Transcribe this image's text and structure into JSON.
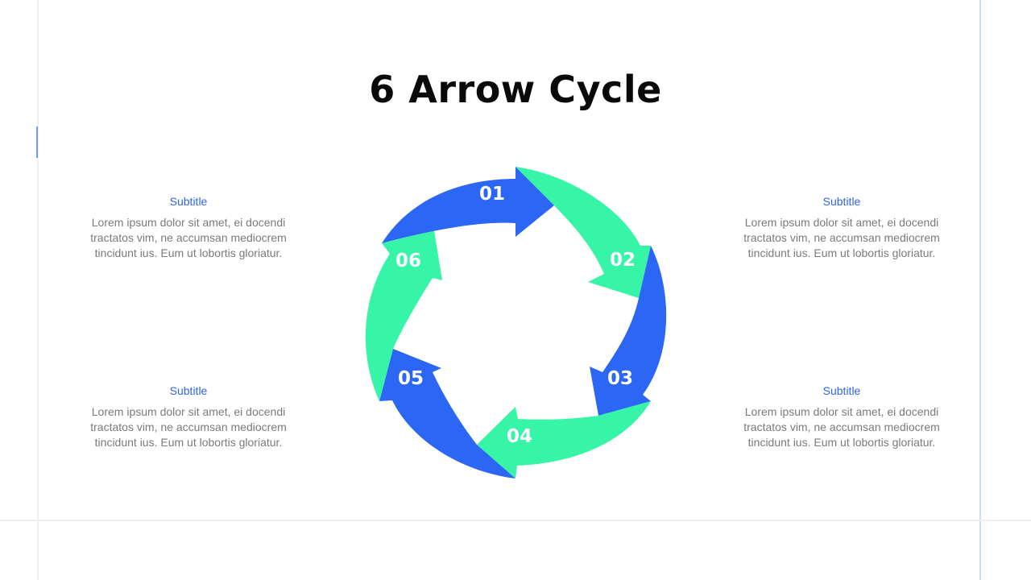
{
  "slide": {
    "title": "6 Arrow Cycle"
  },
  "colors": {
    "blue": "#2c66f5",
    "green": "#36f5a6",
    "subtitle": "#2f63e8",
    "body_text": "#7a7a7a",
    "title": "#0a0a0a"
  },
  "cycle": {
    "steps": [
      {
        "label": "01",
        "color": "blue"
      },
      {
        "label": "02",
        "color": "green"
      },
      {
        "label": "03",
        "color": "blue"
      },
      {
        "label": "04",
        "color": "green"
      },
      {
        "label": "05",
        "color": "blue"
      },
      {
        "label": "06",
        "color": "green"
      }
    ]
  },
  "text_blocks": [
    {
      "position": "top-left",
      "subtitle": "Subtitle",
      "body": "Lorem ipsum dolor sit amet, ei docendi tractatos vim, ne accumsan mediocrem tincidunt ius. Eum ut lobortis gloriatur."
    },
    {
      "position": "bottom-left",
      "subtitle": "Subtitle",
      "body": "Lorem ipsum dolor sit amet, ei docendi tractatos vim, ne accumsan mediocrem tincidunt ius. Eum ut lobortis gloriatur."
    },
    {
      "position": "top-right",
      "subtitle": "Subtitle",
      "body": "Lorem ipsum dolor sit amet, ei docendi tractatos vim, ne accumsan mediocrem tincidunt ius. Eum ut lobortis gloriatur."
    },
    {
      "position": "bottom-right",
      "subtitle": "Subtitle",
      "body": "Lorem ipsum dolor sit amet, ei docendi tractatos vim, ne accumsan mediocrem tincidunt ius. Eum ut lobortis gloriatur."
    }
  ]
}
